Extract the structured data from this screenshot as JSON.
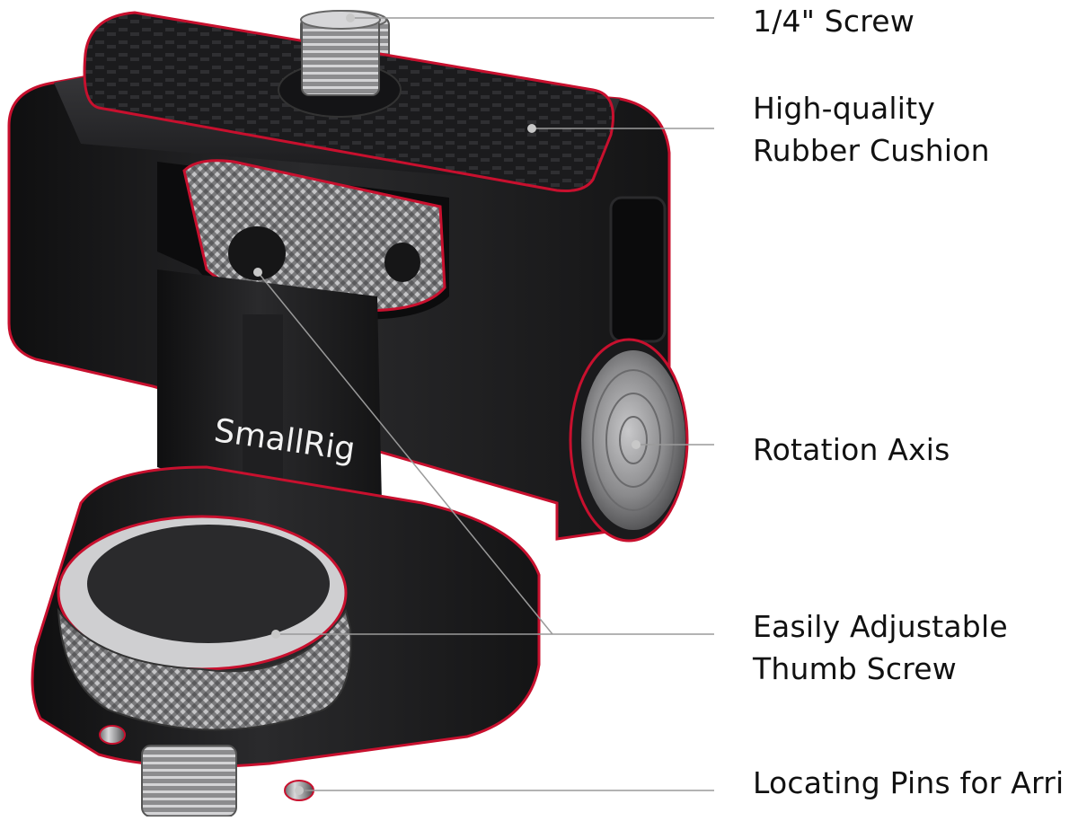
{
  "brand_logo_text": "SmallRig",
  "callouts": [
    {
      "id": "screw",
      "lines": [
        "1/4\" Screw"
      ]
    },
    {
      "id": "cushion",
      "lines": [
        "High-quality",
        "Rubber Cushion"
      ]
    },
    {
      "id": "rotation",
      "lines": [
        "Rotation Axis"
      ]
    },
    {
      "id": "thumb",
      "lines": [
        "Easily Adjustable",
        "Thumb Screw"
      ]
    },
    {
      "id": "pins",
      "lines": [
        "Locating Pins for Arri"
      ]
    }
  ],
  "colors": {
    "body": "#1c1c1e",
    "edge_highlight": "#c8102e",
    "leader_line": "#9a9a9a",
    "label_text": "#111111"
  }
}
